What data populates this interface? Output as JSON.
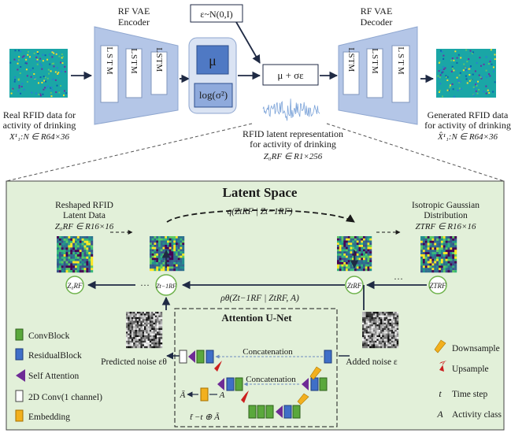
{
  "top": {
    "input_caption": [
      "Real RFID data for",
      "activity of drinking",
      "X¹₁:N ∈ R64×36"
    ],
    "encoder_title": [
      "RF VAE",
      "Encoder"
    ],
    "decoder_title": [
      "RF VAE",
      "Decoder"
    ],
    "lstm_label": "LSTM",
    "noise_label": "ε~N(0,I)",
    "mu_label": "μ",
    "logvar_label": "log(σ²)",
    "reparam_label": "μ + σε",
    "latent_caption": [
      "RFID latent representation",
      "for activity of drinking",
      "Z₀RF ∈ R1×256"
    ],
    "output_caption": [
      "Generated RFID data",
      "for activity of drinking",
      "X̂¹₁:N ∈ R64×36"
    ]
  },
  "latent": {
    "title": "Latent Space",
    "reshaped_caption": [
      "Reshaped RFID",
      "Latent Data",
      "Z₀RF ∈ R16×16"
    ],
    "gaussian_caption": [
      "Isotropic Gaussian",
      "Distribution",
      "ZTRF ∈ R16×16"
    ],
    "forward_label": "q(ZtRF | Zt−1RF)",
    "reverse_label": "ρθ(Zt−1RF | ZtRF, A)",
    "node_z0": "Z₀RF",
    "node_zt1": "Zt−1RF",
    "node_zt": "ZtRF",
    "node_zT": "ZTRF",
    "dots": "···",
    "predicted_noise": "Predicted noise εθ",
    "added_noise": "Added noise ε",
    "unet_title": "Attention U-Net",
    "concat1": "Concatenation",
    "concat2": "Concatenation",
    "a_label": "A",
    "abar_label": "Ā",
    "time_embed": "̃t −t ⊕ Ā",
    "legend_left": [
      "ConvBlock",
      "ResidualBlock",
      "Self Attention",
      "2D Conv(1 channel)",
      "Embedding"
    ],
    "legend_right": [
      "Downsample",
      "Upsample",
      "Time step",
      "Activity class"
    ],
    "legend_right_symbols": [
      "",
      "",
      "t",
      "A"
    ]
  },
  "colors": {
    "conv_green": "#5aa83c",
    "residual_blue": "#3f6fc8",
    "attention_purple": "#6e2b96",
    "embed_orange": "#f2b01e",
    "upsample_red": "#cc1f1f",
    "panel_green": "#e2f0d9",
    "vae_blue": "#b4c6e7"
  }
}
